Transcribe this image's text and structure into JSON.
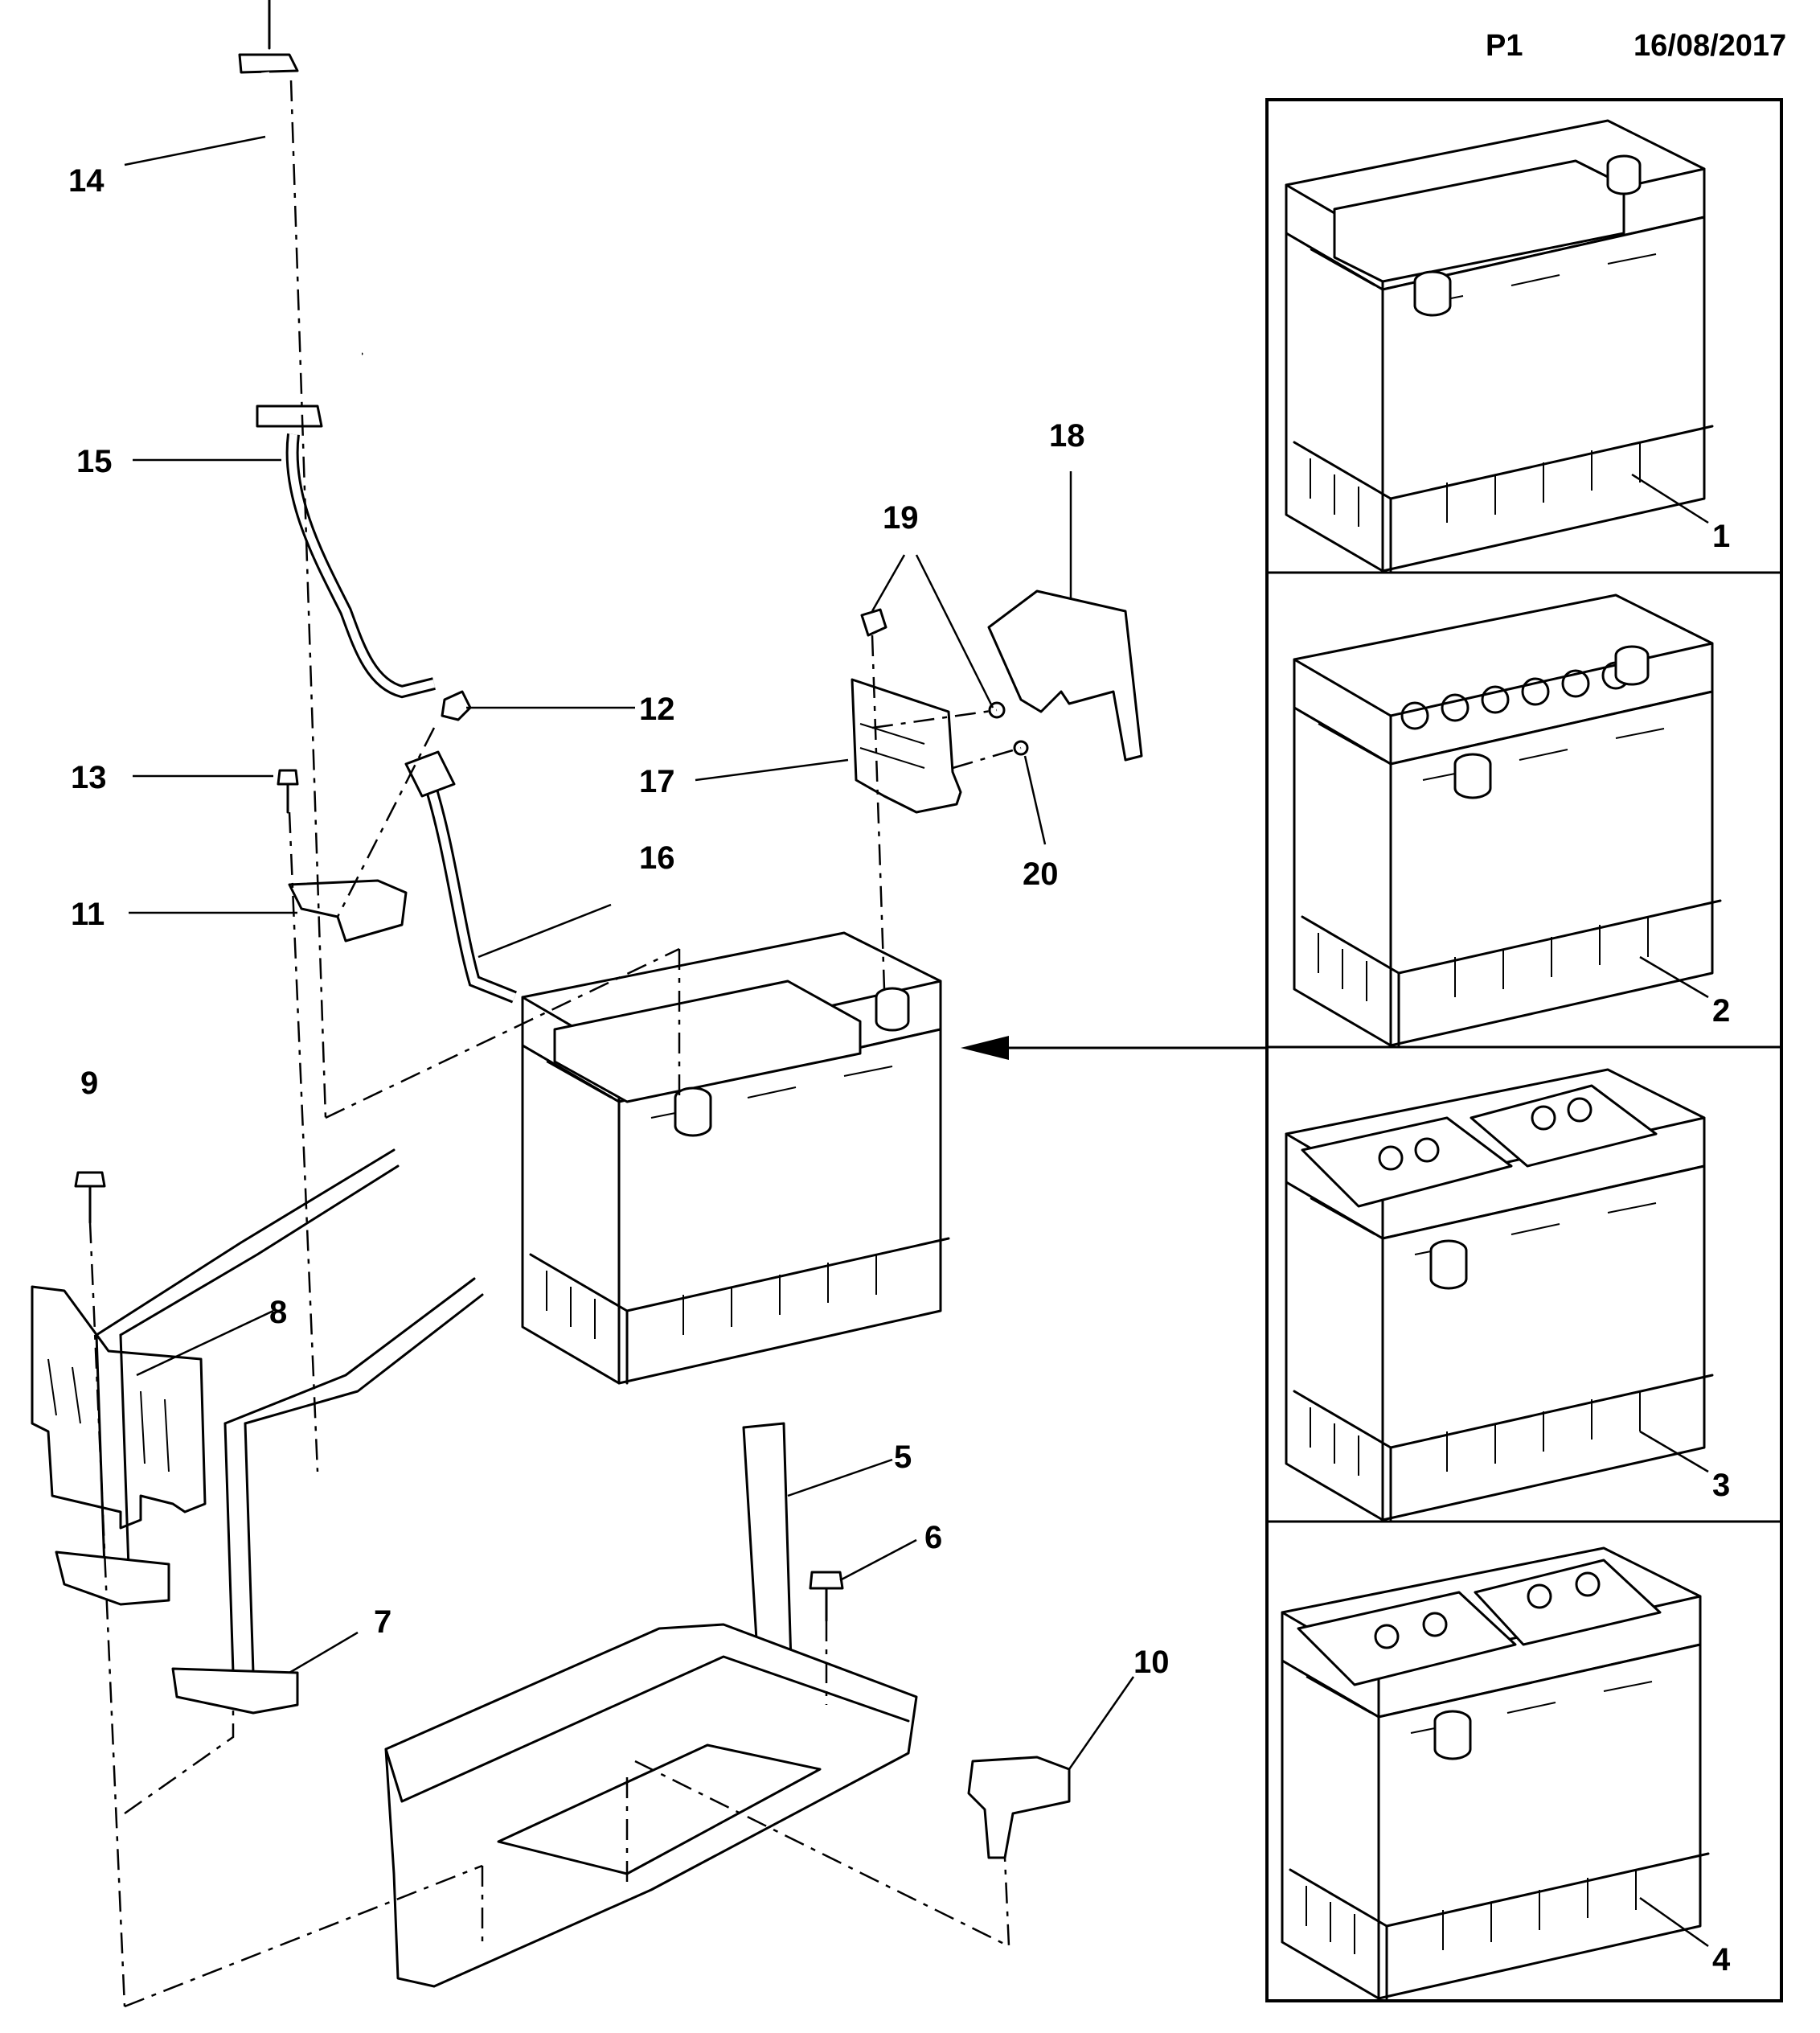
{
  "header": {
    "page_code": "P1",
    "date": "16/08/2017"
  },
  "callouts": [
    "1",
    "2",
    "3",
    "4",
    "5",
    "6",
    "7",
    "8",
    "9",
    "10",
    "11",
    "12",
    "13",
    "14",
    "15",
    "16",
    "17",
    "18",
    "19",
    "20"
  ],
  "icons": {
    "main_battery": "battery-icon",
    "variant_panels": [
      "battery-variant-1-icon",
      "battery-variant-2-icon",
      "battery-variant-3-icon",
      "battery-variant-4-icon"
    ],
    "arrow": "arrow-left-icon"
  }
}
